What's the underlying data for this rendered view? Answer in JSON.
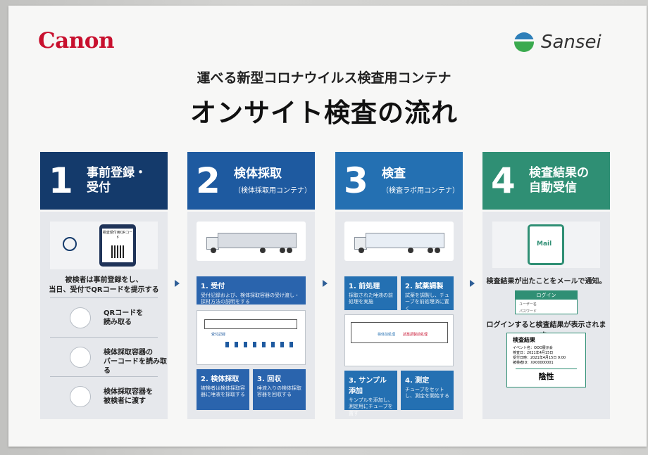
{
  "brand_left": "Canon",
  "brand_right": "Sansei",
  "subtitle": "運べる新型コロナウイルス検査用コンテナ",
  "title": "オンサイト検査の流れ",
  "steps": [
    {
      "num": "1",
      "label": "事前登録・",
      "label2": "受付",
      "color": "#143a6b",
      "phone_label": "検査受付用QRコード",
      "desc": "被検者は事前登録をし、",
      "desc2": "当日、受付でQRコードを提示する",
      "rows": [
        {
          "t1": "QRコードを",
          "t2": "読み取る"
        },
        {
          "t1": "検体採取容器の",
          "t2": "バーコードを読み取る"
        },
        {
          "t1": "検体採取容器を",
          "t2": "被検者に渡す"
        }
      ]
    },
    {
      "num": "2",
      "label": "検体採取",
      "sub": "（検体採取用コンテナ）",
      "color": "#1e5aa0",
      "b1t": "1. 受付",
      "b1d": "受付記録および、検体採取容器の受け渡し・採材方法の説明をする",
      "b2t": "2. 検体採取",
      "b2d": "被検者は検体採取容器に唾液を採取する",
      "b3t": "3. 回収",
      "b3d": "唾液入りの検体採取容器を回収する",
      "plan_label": "受付記録"
    },
    {
      "num": "3",
      "label": "検査",
      "sub": "（検査ラボ用コンテナ）",
      "color": "#2470b2",
      "b1t": "1. 前処理",
      "b1d": "採取された唾液の前処理を実施",
      "b2t": "2. 試薬調製",
      "b2d": "試薬を調製し、チューブを前処理済に置く",
      "b3t": "3. サンプル添加",
      "b3d": "サンプルを添加し、測定用にチューブを置す",
      "b4t": "4. 測定",
      "b4d": "チューブをセットし、測定を開始する",
      "plan_label1": "検体前処理",
      "plan_label2": "試薬調製前処理"
    },
    {
      "num": "4",
      "label": "検査結果の",
      "label2": "自動受信",
      "color": "#2f8f74",
      "mail": "Mail",
      "desc": "検査結果が出たことをメールで通知。",
      "login": "ログイン",
      "user": "ユーザー名",
      "pass": "パスワード",
      "desc2": "ログインすると検査結果が表示されます。",
      "result_title": "検査結果",
      "r1": "イベント名：OOO展示会",
      "r2": "検査日：2021年4月15日",
      "r3": "受付日時：2021年4月15日 9:00",
      "r4": "被検者ID：XX00000001",
      "verdict": "陰性"
    }
  ]
}
